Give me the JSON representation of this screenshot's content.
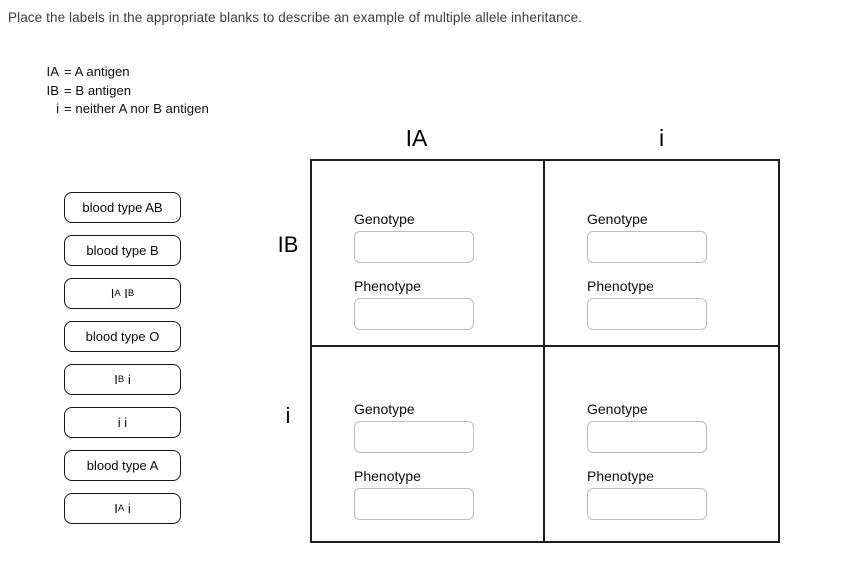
{
  "instruction": "Place the labels in the appropriate blanks to describe an example of multiple allele inheritance.",
  "legend": {
    "rows": [
      {
        "symbol": "IA",
        "definition": "= A antigen"
      },
      {
        "symbol": "IB",
        "definition": "= B antigen"
      },
      {
        "symbol": "i",
        "definition": "= neither A nor B antigen"
      }
    ]
  },
  "labels": [
    [
      {
        "t": "blood type AB"
      }
    ],
    [
      {
        "t": "blood type B"
      }
    ],
    [
      {
        "t": "I"
      },
      {
        "t": "A",
        "sup": true
      },
      {
        "t": " I"
      },
      {
        "t": "B",
        "sup": true
      }
    ],
    [
      {
        "t": "blood type O"
      }
    ],
    [
      {
        "t": "I"
      },
      {
        "t": "B",
        "sup": true
      },
      {
        "t": " i"
      }
    ],
    [
      {
        "t": "i i"
      }
    ],
    [
      {
        "t": "blood type A"
      }
    ],
    [
      {
        "t": "I"
      },
      {
        "t": "A",
        "sup": true
      },
      {
        "t": " i"
      }
    ]
  ],
  "punnett": {
    "column_headers": [
      "IA",
      "i"
    ],
    "row_headers": [
      "IB",
      "i"
    ],
    "cells": [
      {
        "genotype_label": "Genotype",
        "genotype_value": "",
        "phenotype_label": "Phenotype",
        "phenotype_value": ""
      },
      {
        "genotype_label": "Genotype",
        "genotype_value": "",
        "phenotype_label": "Phenotype",
        "phenotype_value": ""
      },
      {
        "genotype_label": "Genotype",
        "genotype_value": "",
        "phenotype_label": "Phenotype",
        "phenotype_value": ""
      },
      {
        "genotype_label": "Genotype",
        "genotype_value": "",
        "phenotype_label": "Phenotype",
        "phenotype_value": ""
      }
    ]
  }
}
